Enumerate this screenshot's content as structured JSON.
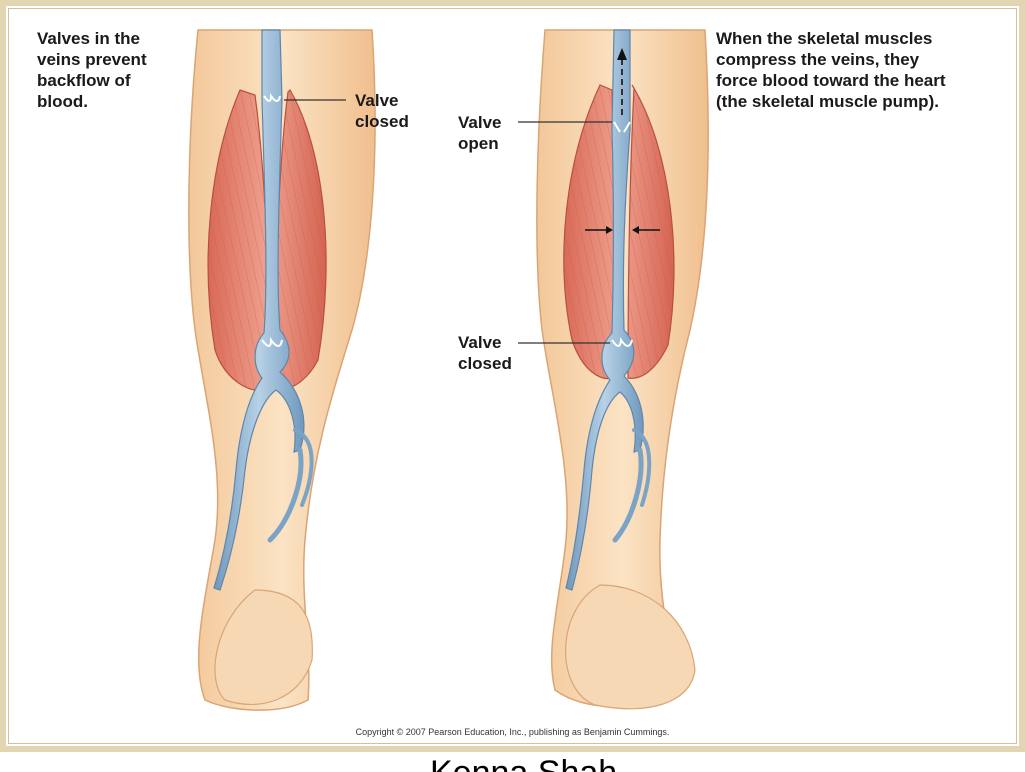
{
  "left_panel": {
    "caption": "Valves in the\nveins prevent\nbackflow of\nblood.",
    "label_valve_closed": "Valve\nclosed"
  },
  "right_panel": {
    "caption": "When the skeletal muscles\ncompress the veins, they\nforce blood toward the heart\n(the skeletal muscle pump).",
    "label_valve_open": "Valve\nopen",
    "label_valve_closed": "Valve\nclosed"
  },
  "copyright": "Copyright © 2007 Pearson Education, Inc., publishing as Benjamin Cummings.",
  "bottom_text": "Kenna Shah",
  "colors": {
    "frame": "#e2d6b2",
    "skin": "#f6d2a8",
    "muscle": "#e07a66",
    "vein": "#8fb3cf"
  }
}
